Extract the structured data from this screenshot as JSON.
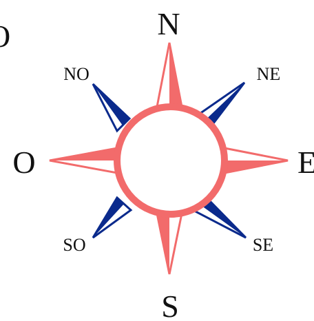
{
  "labels": {
    "north": "N",
    "south": "S",
    "east": "E",
    "west": "O",
    "northeast": "NE",
    "northwest": "NO",
    "southeast": "SE",
    "southwest": "SO",
    "cut_off_left": "O"
  },
  "colors": {
    "cardinal_points": "#f26b6b",
    "intercardinal_points": "#0a2a8c",
    "ring": "#f26b6b",
    "background": "#ffffff",
    "text": "#111111"
  }
}
